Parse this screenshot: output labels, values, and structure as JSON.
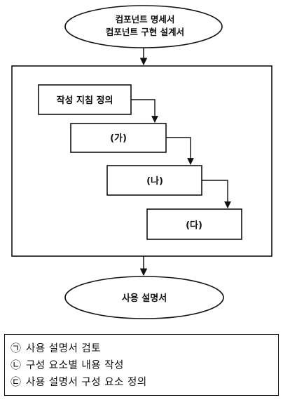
{
  "diagram": {
    "input_doc": {
      "line1": "컴포넌트 명세서",
      "line2": "컴포넌트 구현 설계서"
    },
    "steps": [
      "작성 지침 정의",
      "(가)",
      "(나)",
      "(다)"
    ],
    "output_doc": "사용 설명서"
  },
  "options": [
    {
      "mark": "㉠",
      "text": "사용 설명서 검토"
    },
    {
      "mark": "㉡",
      "text": "구성 요소별 내용 작성"
    },
    {
      "mark": "㉢",
      "text": "사용 설명서 구성 요소 정의"
    }
  ],
  "colors": {
    "line": "#111111",
    "background": "#ffffff"
  }
}
